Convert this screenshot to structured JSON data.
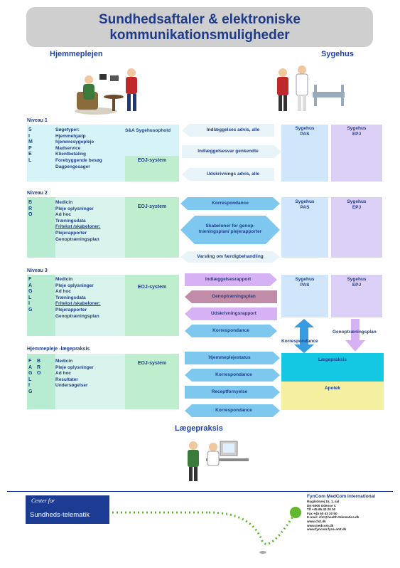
{
  "title": {
    "line1": "Sundhedsaftaler & elektroniske",
    "line2": "kommunikationsmuligheder"
  },
  "headers": {
    "hjemmeplejen": "Hjemmeplejen",
    "sygehus": "Sygehus",
    "laegepraksis": "Lægepraksis"
  },
  "level1": {
    "label": "Niveau 1",
    "letters": [
      "S",
      "I",
      "M",
      "P",
      "E",
      "L"
    ],
    "items": [
      "Søgetyper:",
      "Hjemmehjælp",
      "hjemmesygepleje",
      "Madservice",
      "Klientbetaling",
      "Forebyggende besøg",
      "Dagpengesager"
    ],
    "sa": "S&A Sygehusophold",
    "eoj": "EOJ-system",
    "arrows": [
      "Indlæggelses advis, alle",
      "Indlæggelsesvar genkendte",
      "Udskrivnings advis, alle"
    ],
    "pas": [
      "Sygehus",
      "PAS"
    ],
    "epj": [
      "Sygehus",
      "EPJ"
    ]
  },
  "level2": {
    "label": "Niveau 2",
    "letters": [
      "B",
      "R",
      "O"
    ],
    "items": [
      "Medicin",
      "Pleje oplysninger",
      "Ad hoc",
      "Træningsdata",
      "Fritekst /skabeloner:",
      "Plejerapporter",
      "Genoptræningsplan"
    ],
    "eoj": "EOJ-system",
    "arrows": [
      "Korrespondance",
      "Skabeloner for genop-træningsplan/ plejerapporter",
      "Varsling om færdigbehandling"
    ],
    "pas": [
      "Sygehus",
      "PAS"
    ],
    "epj": [
      "Sygehus",
      "EPJ"
    ]
  },
  "level3": {
    "label": "Niveau 3",
    "letters": [
      "F",
      "A",
      "G",
      "L",
      "I",
      "G"
    ],
    "items": [
      "Medicin",
      "Pleje oplysninger",
      "Ad hoc",
      "Træningsdata",
      "Fritekst /skabeloner:",
      "Plejerapporter",
      "Genoptræningsplan"
    ],
    "eoj": "EOJ-system",
    "arrows": [
      "Indlæggelsesrapport",
      "Genoptræningsplan",
      "Udskrivningsrapport",
      "Korrespondance"
    ],
    "pas": [
      "Sygehus",
      "PAS"
    ],
    "epj": [
      "Sygehus",
      "EPJ"
    ],
    "korrespondance": "Korrespondance",
    "genoptraeningsplan": "Genoptræningsplan"
  },
  "level4": {
    "label": "Hjemmepleje -lægepraksis",
    "letters1": [
      "F",
      "A",
      "G",
      "L",
      "I",
      "G"
    ],
    "letters2": [
      "B",
      "R",
      "O"
    ],
    "items": [
      "Medicin",
      "Pleje oplysninger",
      "Ad hoc",
      "Resultater",
      "Undersøgelser"
    ],
    "eoj": "EOJ-system",
    "arrows": [
      "Hjemmeplejestatus",
      "Korrespondance",
      "Receptfornyelse",
      "Korrespondance"
    ],
    "laegepraksis": "Lægepraksis",
    "apotek": "Apotek"
  },
  "footer": {
    "center_for": "Center for",
    "sundheds": "Sundheds-telematik",
    "org": "FynCom MedCom International",
    "address": [
      "Rugårdsvej 15, 1. sal",
      "DK-5000 Odense C",
      "Tlf     +45 65 43 20 00",
      "Fax    +45 65 43 20 50",
      "E-mail: cfst@health-telematics.dk",
      "www.cfst.dk",
      "www.medcom.dk",
      "www.fyncom.fyns-amt.dk"
    ]
  },
  "colors": {
    "title_bg": "#cfcfcf",
    "cyan": "#d6f4f8",
    "green": "#b8ecd2",
    "arrow_blue": "#7ec8f0",
    "arrow_purple": "#d6b2f4",
    "arrow_mauve": "#c08ca8",
    "laegepraksis": "#14c8e4",
    "apotek": "#f4f0a0",
    "logo_blue": "#1c3c94",
    "dots_green": "#5fb82e"
  }
}
